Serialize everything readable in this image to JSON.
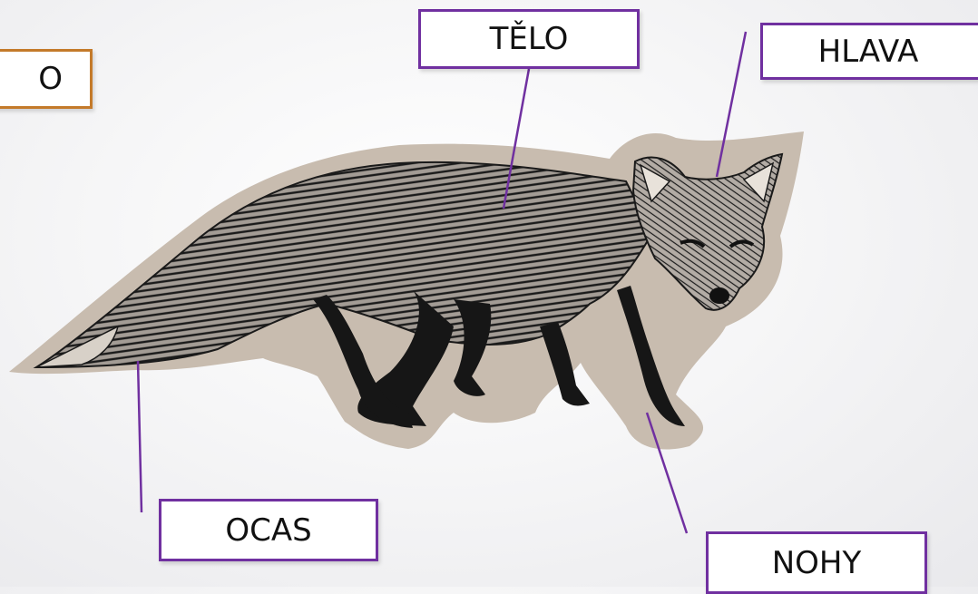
{
  "labels": {
    "partial": "O",
    "body": "TĚLO",
    "head": "HLAVA",
    "tail": "OCAS",
    "legs": "NOHY"
  },
  "colors": {
    "label_border": "#7030a0",
    "partial_border": "#c47a2a",
    "halo": "#c8bcaf",
    "fox_fill": "#9b948d",
    "fox_ink": "#1a1a1a"
  },
  "image": "fox-engraving"
}
